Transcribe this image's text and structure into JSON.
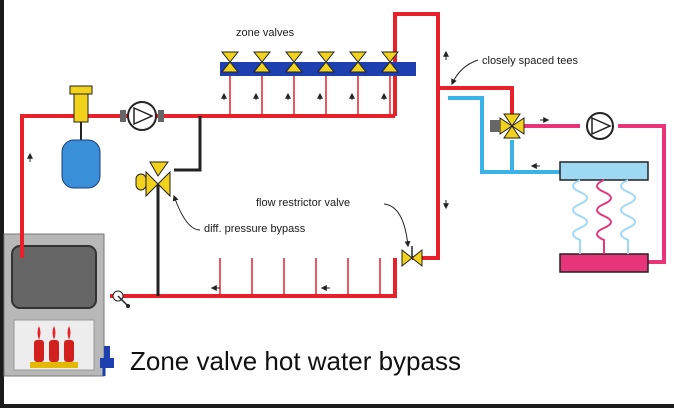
{
  "labels": {
    "zone_valves": "zone valves",
    "closely_spaced_tees": "closely spaced tees",
    "flow_restrictor_valve": "flow restrictor valve",
    "diff_pressure_bypass": "diff. pressure bypass",
    "caption": "Zone valve hot water bypass"
  },
  "colors": {
    "supply": "#e8202a",
    "return": "#e8202a",
    "secondary_supply": "#e8357a",
    "secondary_return_blue": "#3ab4e6",
    "bypass": "#222222",
    "valve_yellow": "#f2d21b",
    "manifold_blue": "#9fd8f2",
    "manifold_pink": "#e8357a",
    "tank_blue": "#3a8fd9",
    "boiler_gray": "#b8b8b8"
  },
  "icons": {
    "zone_valve": "zone-valve-icon",
    "pump": "circulator-pump-icon",
    "expansion_tank": "expansion-tank-icon",
    "air_separator": "air-separator-icon",
    "mixing_valve": "mixing-valve-icon",
    "bypass_valve": "differential-pressure-bypass-valve-icon",
    "restrictor": "flow-restrictor-valve-icon",
    "boiler": "boiler-icon",
    "burner": "burner-icon",
    "drain": "drain-valve-icon"
  }
}
